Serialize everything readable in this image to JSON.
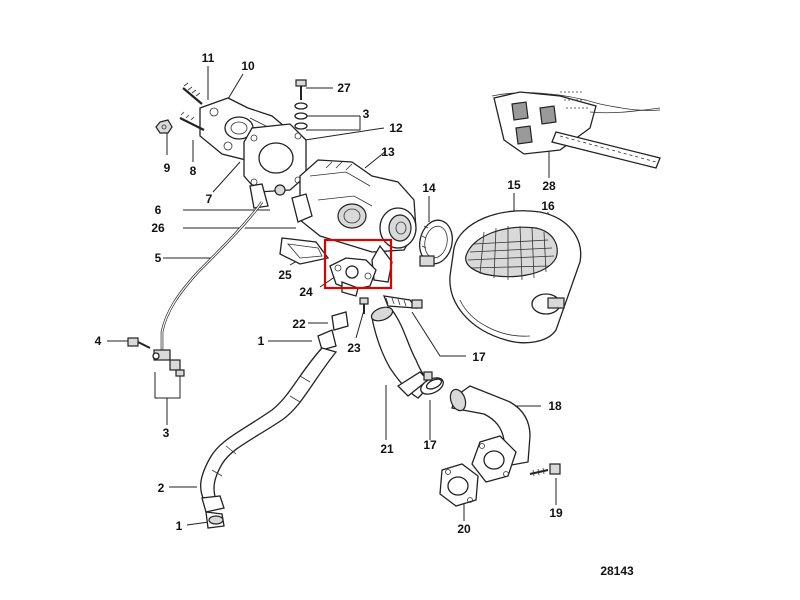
{
  "figure_number": "28143",
  "highlight_color": "#e00000",
  "callouts": {
    "c1a": "1",
    "c1b": "1",
    "c2": "2",
    "c3a": "3",
    "c3b": "3",
    "c4": "4",
    "c5": "5",
    "c6": "6",
    "c7": "7",
    "c8": "8",
    "c9": "9",
    "c10": "10",
    "c11": "11",
    "c12": "12",
    "c13": "13",
    "c14": "14",
    "c15": "15",
    "c16": "16",
    "c17a": "17",
    "c17b": "17",
    "c18": "18",
    "c19": "19",
    "c20": "20",
    "c21": "21",
    "c22": "22",
    "c23": "23",
    "c24": "24",
    "c25": "25",
    "c26": "26",
    "c27": "27",
    "c28": "28"
  }
}
